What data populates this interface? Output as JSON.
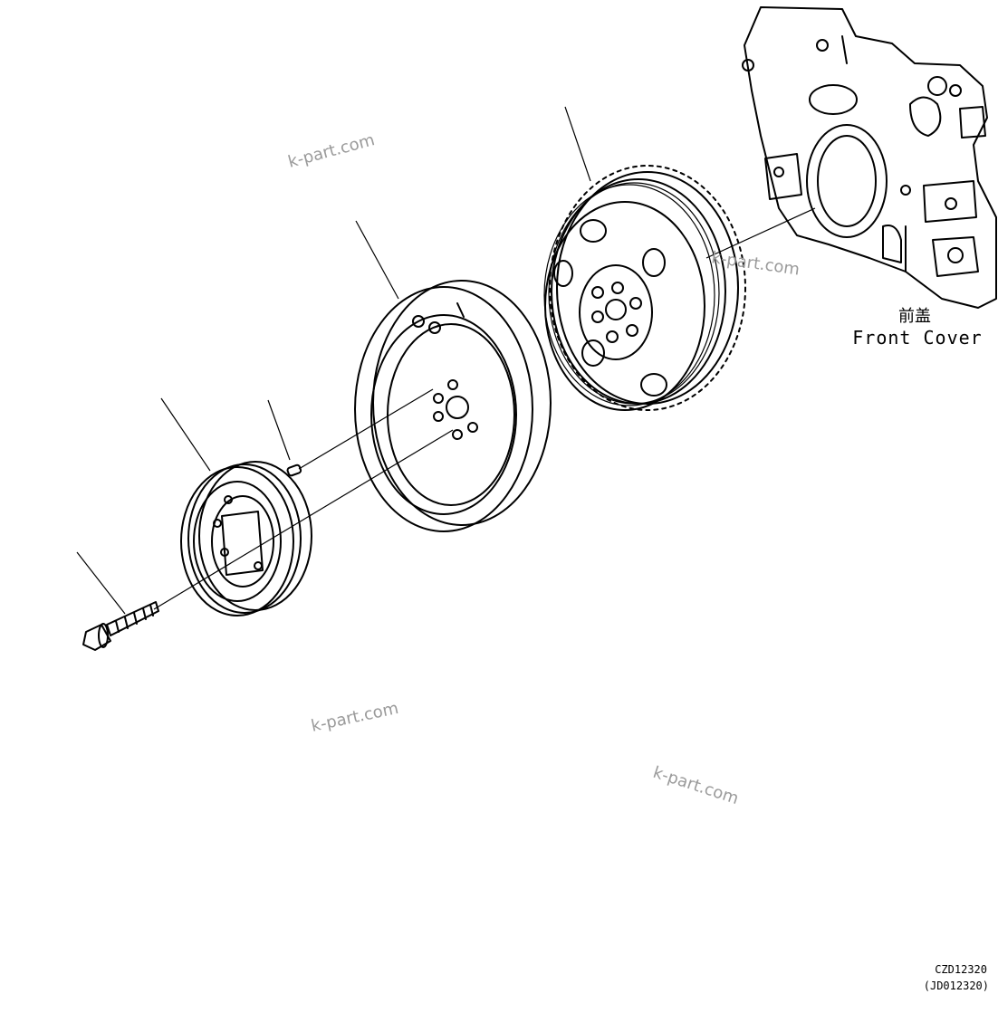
{
  "labels": {
    "front_cover_cn": "前盖",
    "front_cover_en": "Front Cover"
  },
  "codes": {
    "primary": "CZD12320",
    "secondary": "(JD012320)"
  },
  "watermarks": [
    "k-part.com",
    "k-part.com",
    "k-part.com",
    "k-part.com"
  ]
}
